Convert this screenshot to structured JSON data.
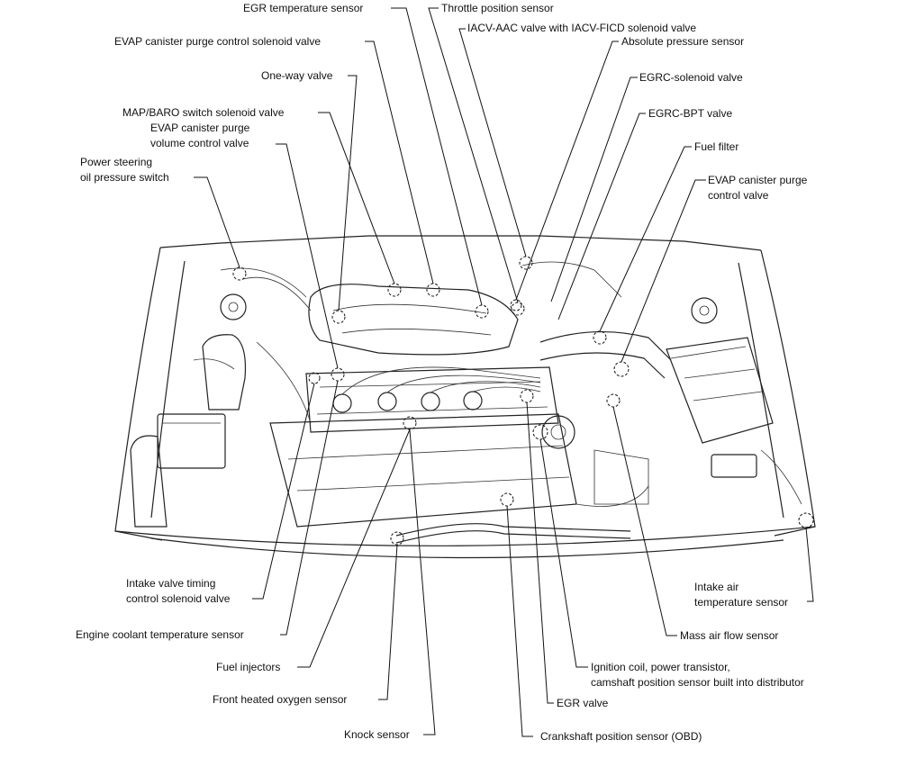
{
  "labels": {
    "egr_temp": "EGR temperature sensor",
    "throttle_pos": "Throttle position sensor",
    "iacv": "IACV-AAC valve with IACV-FICD solenoid valve",
    "abs_press": "Absolute pressure sensor",
    "evap_purge_ctrl_sol": "EVAP canister purge control solenoid valve",
    "one_way": "One-way valve",
    "egrc_sol": "EGRC-solenoid valve",
    "map_baro": "MAP/BARO switch solenoid valve",
    "egrc_bpt": "EGRC-BPT valve",
    "evap_vol_1": "EVAP canister purge",
    "evap_vol_2": "volume control valve",
    "fuel_filter": "Fuel filter",
    "ps_1": "Power steering",
    "ps_2": "oil pressure switch",
    "evap_ctrl_1": "EVAP canister purge",
    "evap_ctrl_2": "control valve",
    "ivt_1": "Intake valve timing",
    "ivt_2": "control solenoid valve",
    "iat_1": "Intake air",
    "iat_2": "temperature sensor",
    "ect": "Engine coolant temperature sensor",
    "maf": "Mass air flow sensor",
    "fuel_inj": "Fuel injectors",
    "ign_1": "Ignition coil, power transistor,",
    "ign_2": "camshaft position sensor built into distributor",
    "front_o2": "Front heated oxygen sensor",
    "egr_valve": "EGR valve",
    "knock": "Knock sensor",
    "crank": "Crankshaft position sensor (OBD)"
  }
}
